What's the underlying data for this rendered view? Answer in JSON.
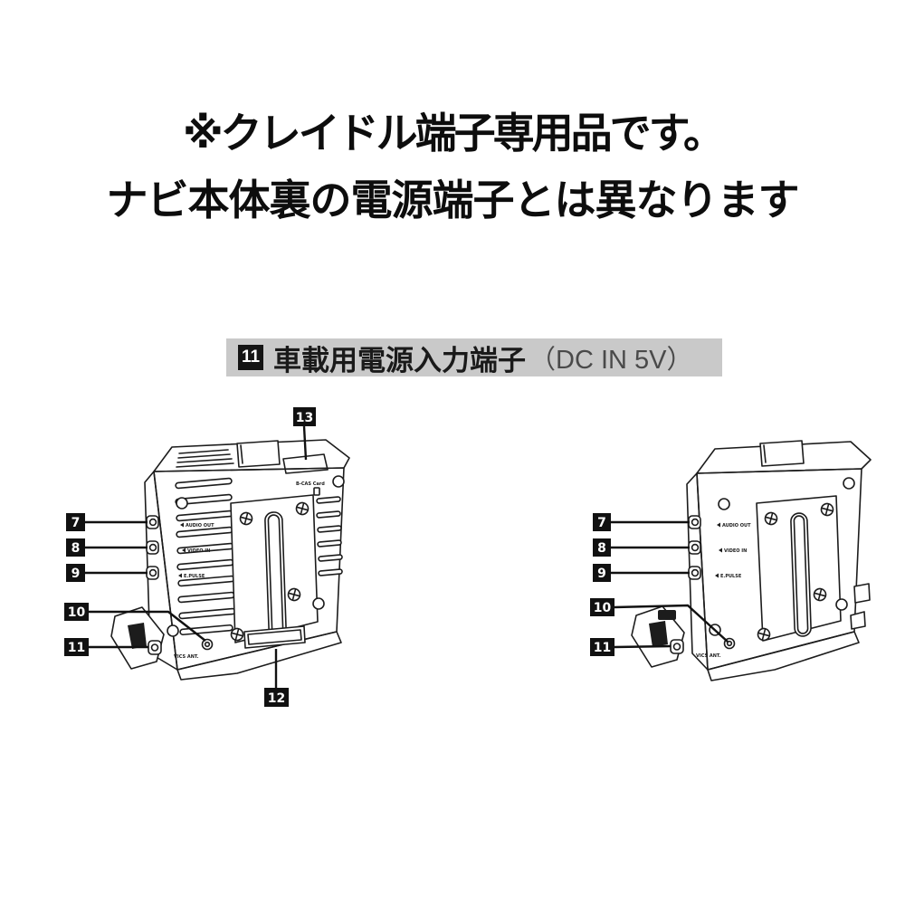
{
  "title": {
    "line1": "※クレイドル端子専用品です。",
    "line2": "ナビ本体裏の電源端子とは異なります"
  },
  "section_header": {
    "number": "11",
    "label": "車載用電源入力端子",
    "detail": "（DC IN 5V）"
  },
  "callout_numbers": {
    "7": "7",
    "8": "8",
    "9": "9",
    "10": "10",
    "11": "11",
    "12": "12",
    "13": "13"
  },
  "port_labels": {
    "audio_out": "AUDIO OUT",
    "video_in": "VIDEO IN",
    "pulse": "E.PULSE",
    "vics_antenna": "VICS ANT.",
    "bcas_card": "B-CAS Card"
  },
  "colors": {
    "section_bar_bg": "#c9c9c9",
    "callout_box_bg": "#111111",
    "line_art": "#1c1c1c",
    "detail_text": "#4a4a4a",
    "background": "#ffffff"
  }
}
